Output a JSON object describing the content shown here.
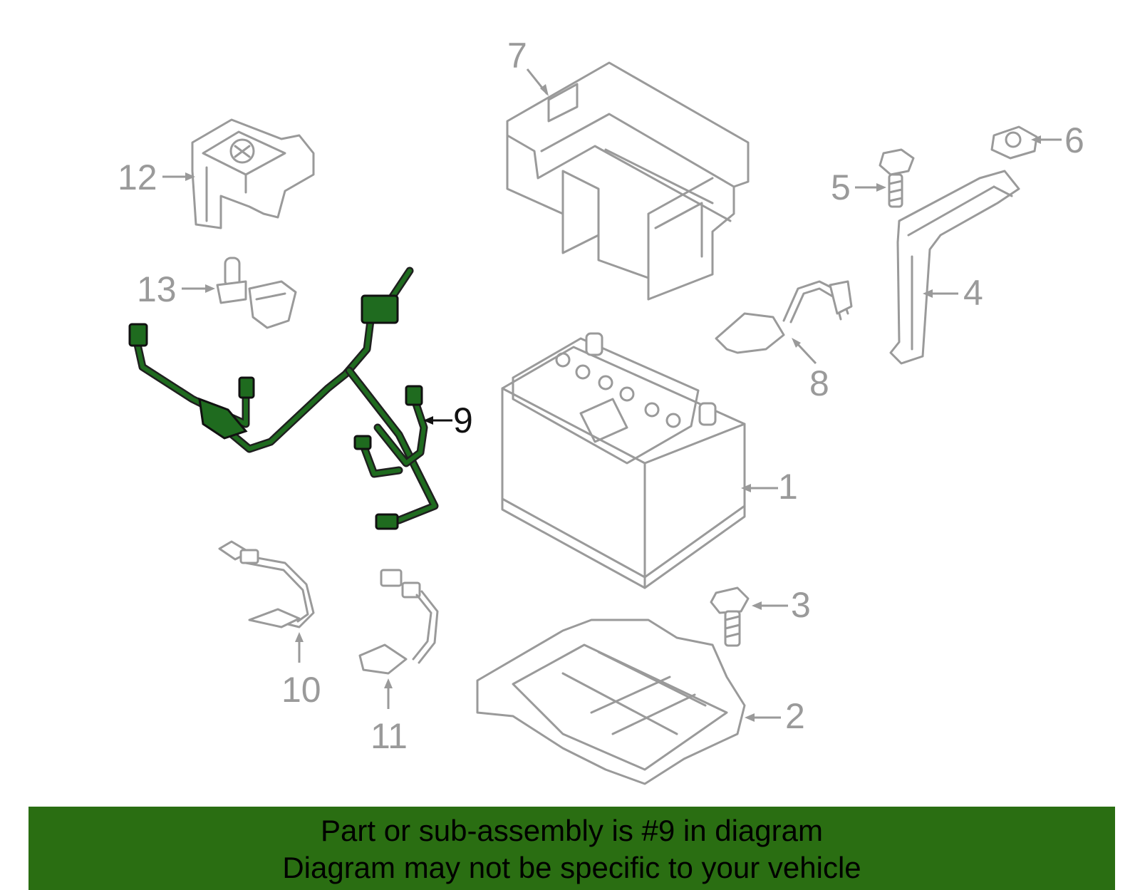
{
  "callouts": [
    {
      "id": "1",
      "label": "1",
      "highlight": false
    },
    {
      "id": "2",
      "label": "2",
      "highlight": false
    },
    {
      "id": "3",
      "label": "3",
      "highlight": false
    },
    {
      "id": "4",
      "label": "4",
      "highlight": false
    },
    {
      "id": "5",
      "label": "5",
      "highlight": false
    },
    {
      "id": "6",
      "label": "6",
      "highlight": false
    },
    {
      "id": "7",
      "label": "7",
      "highlight": false
    },
    {
      "id": "8",
      "label": "8",
      "highlight": false
    },
    {
      "id": "9",
      "label": "9",
      "highlight": true
    },
    {
      "id": "10",
      "label": "10",
      "highlight": false
    },
    {
      "id": "11",
      "label": "11",
      "highlight": false
    },
    {
      "id": "12",
      "label": "12",
      "highlight": false
    },
    {
      "id": "13",
      "label": "13",
      "highlight": false
    }
  ],
  "banner": {
    "line1": "Part or sub-assembly is #9 in diagram",
    "line2": "Diagram may not be specific to your vehicle",
    "background": "#2a6e12"
  },
  "colors": {
    "part_outline": "#9a9a9a",
    "highlight_part": "#1f6b1f",
    "highlight_text": "#111111"
  }
}
